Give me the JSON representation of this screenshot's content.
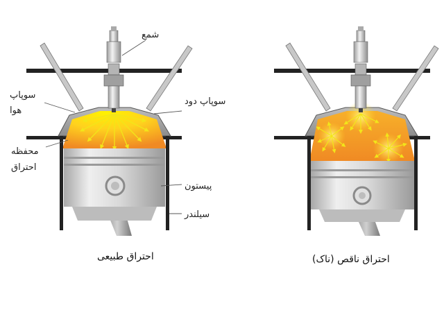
{
  "labels": {
    "spark_plug": "شمع",
    "intake_valve_line1": "سوپاپ",
    "intake_valve_line2": "هوا",
    "exhaust_valve": "سوپاپ دود",
    "chamber_line1": "محفظه",
    "chamber_line2": "احتراق",
    "piston": "پیستون",
    "cylinder": "سیلندر"
  },
  "captions": {
    "normal": "احتراق طبیعی",
    "knock": "احتراق ناقص (ناک)"
  },
  "colors": {
    "flame_center": "#fff200",
    "flame_edge": "#f08a24",
    "metal_light": "#e8e8e8",
    "metal_dark": "#8a8a8a",
    "wall": "#222222",
    "arrow": "#f2e51a"
  }
}
